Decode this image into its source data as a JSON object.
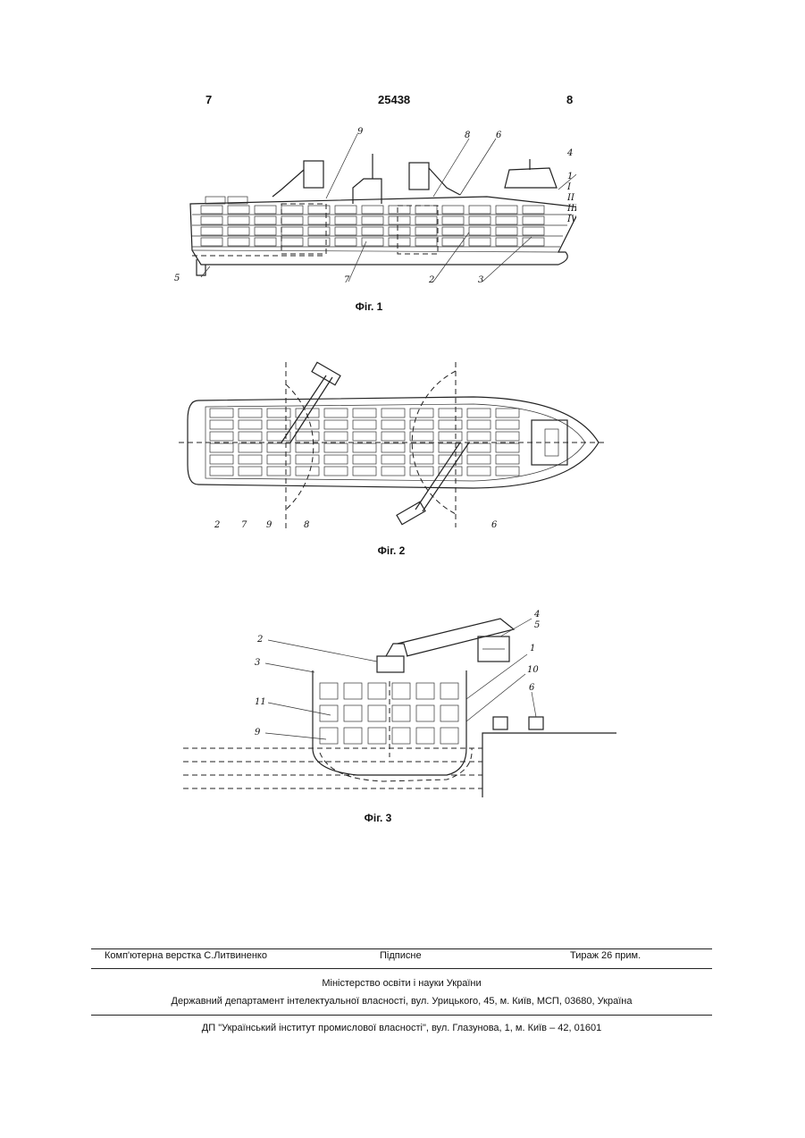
{
  "header": {
    "page_left": "7",
    "patent_number": "25438",
    "page_right": "8"
  },
  "figures": [
    {
      "caption": "Фіг. 1",
      "labels": [
        "9",
        "8",
        "6",
        "4",
        "1",
        "I",
        "II",
        "III",
        "IV",
        "5",
        "7",
        "2",
        "3"
      ]
    },
    {
      "caption": "Фіг. 2",
      "labels": [
        "2",
        "7",
        "9",
        "8",
        "6"
      ]
    },
    {
      "caption": "Фіг. 3",
      "labels": [
        "2",
        "3",
        "11",
        "9",
        "4",
        "5",
        "1",
        "10",
        "6"
      ]
    }
  ],
  "footer": {
    "typesetting": "Комп'ютерна верстка С.Литвиненко",
    "signed": "Підписне",
    "circulation": "Тираж 26 прим.",
    "ministry": "Міністерство освіти і науки України",
    "department": "Державний департамент інтелектуальної власності, вул. Урицького, 45, м. Київ, МСП, 03680, Україна",
    "institute": "ДП \"Український інститут промислової власності\", вул. Глазунова, 1, м. Київ – 42, 01601"
  }
}
